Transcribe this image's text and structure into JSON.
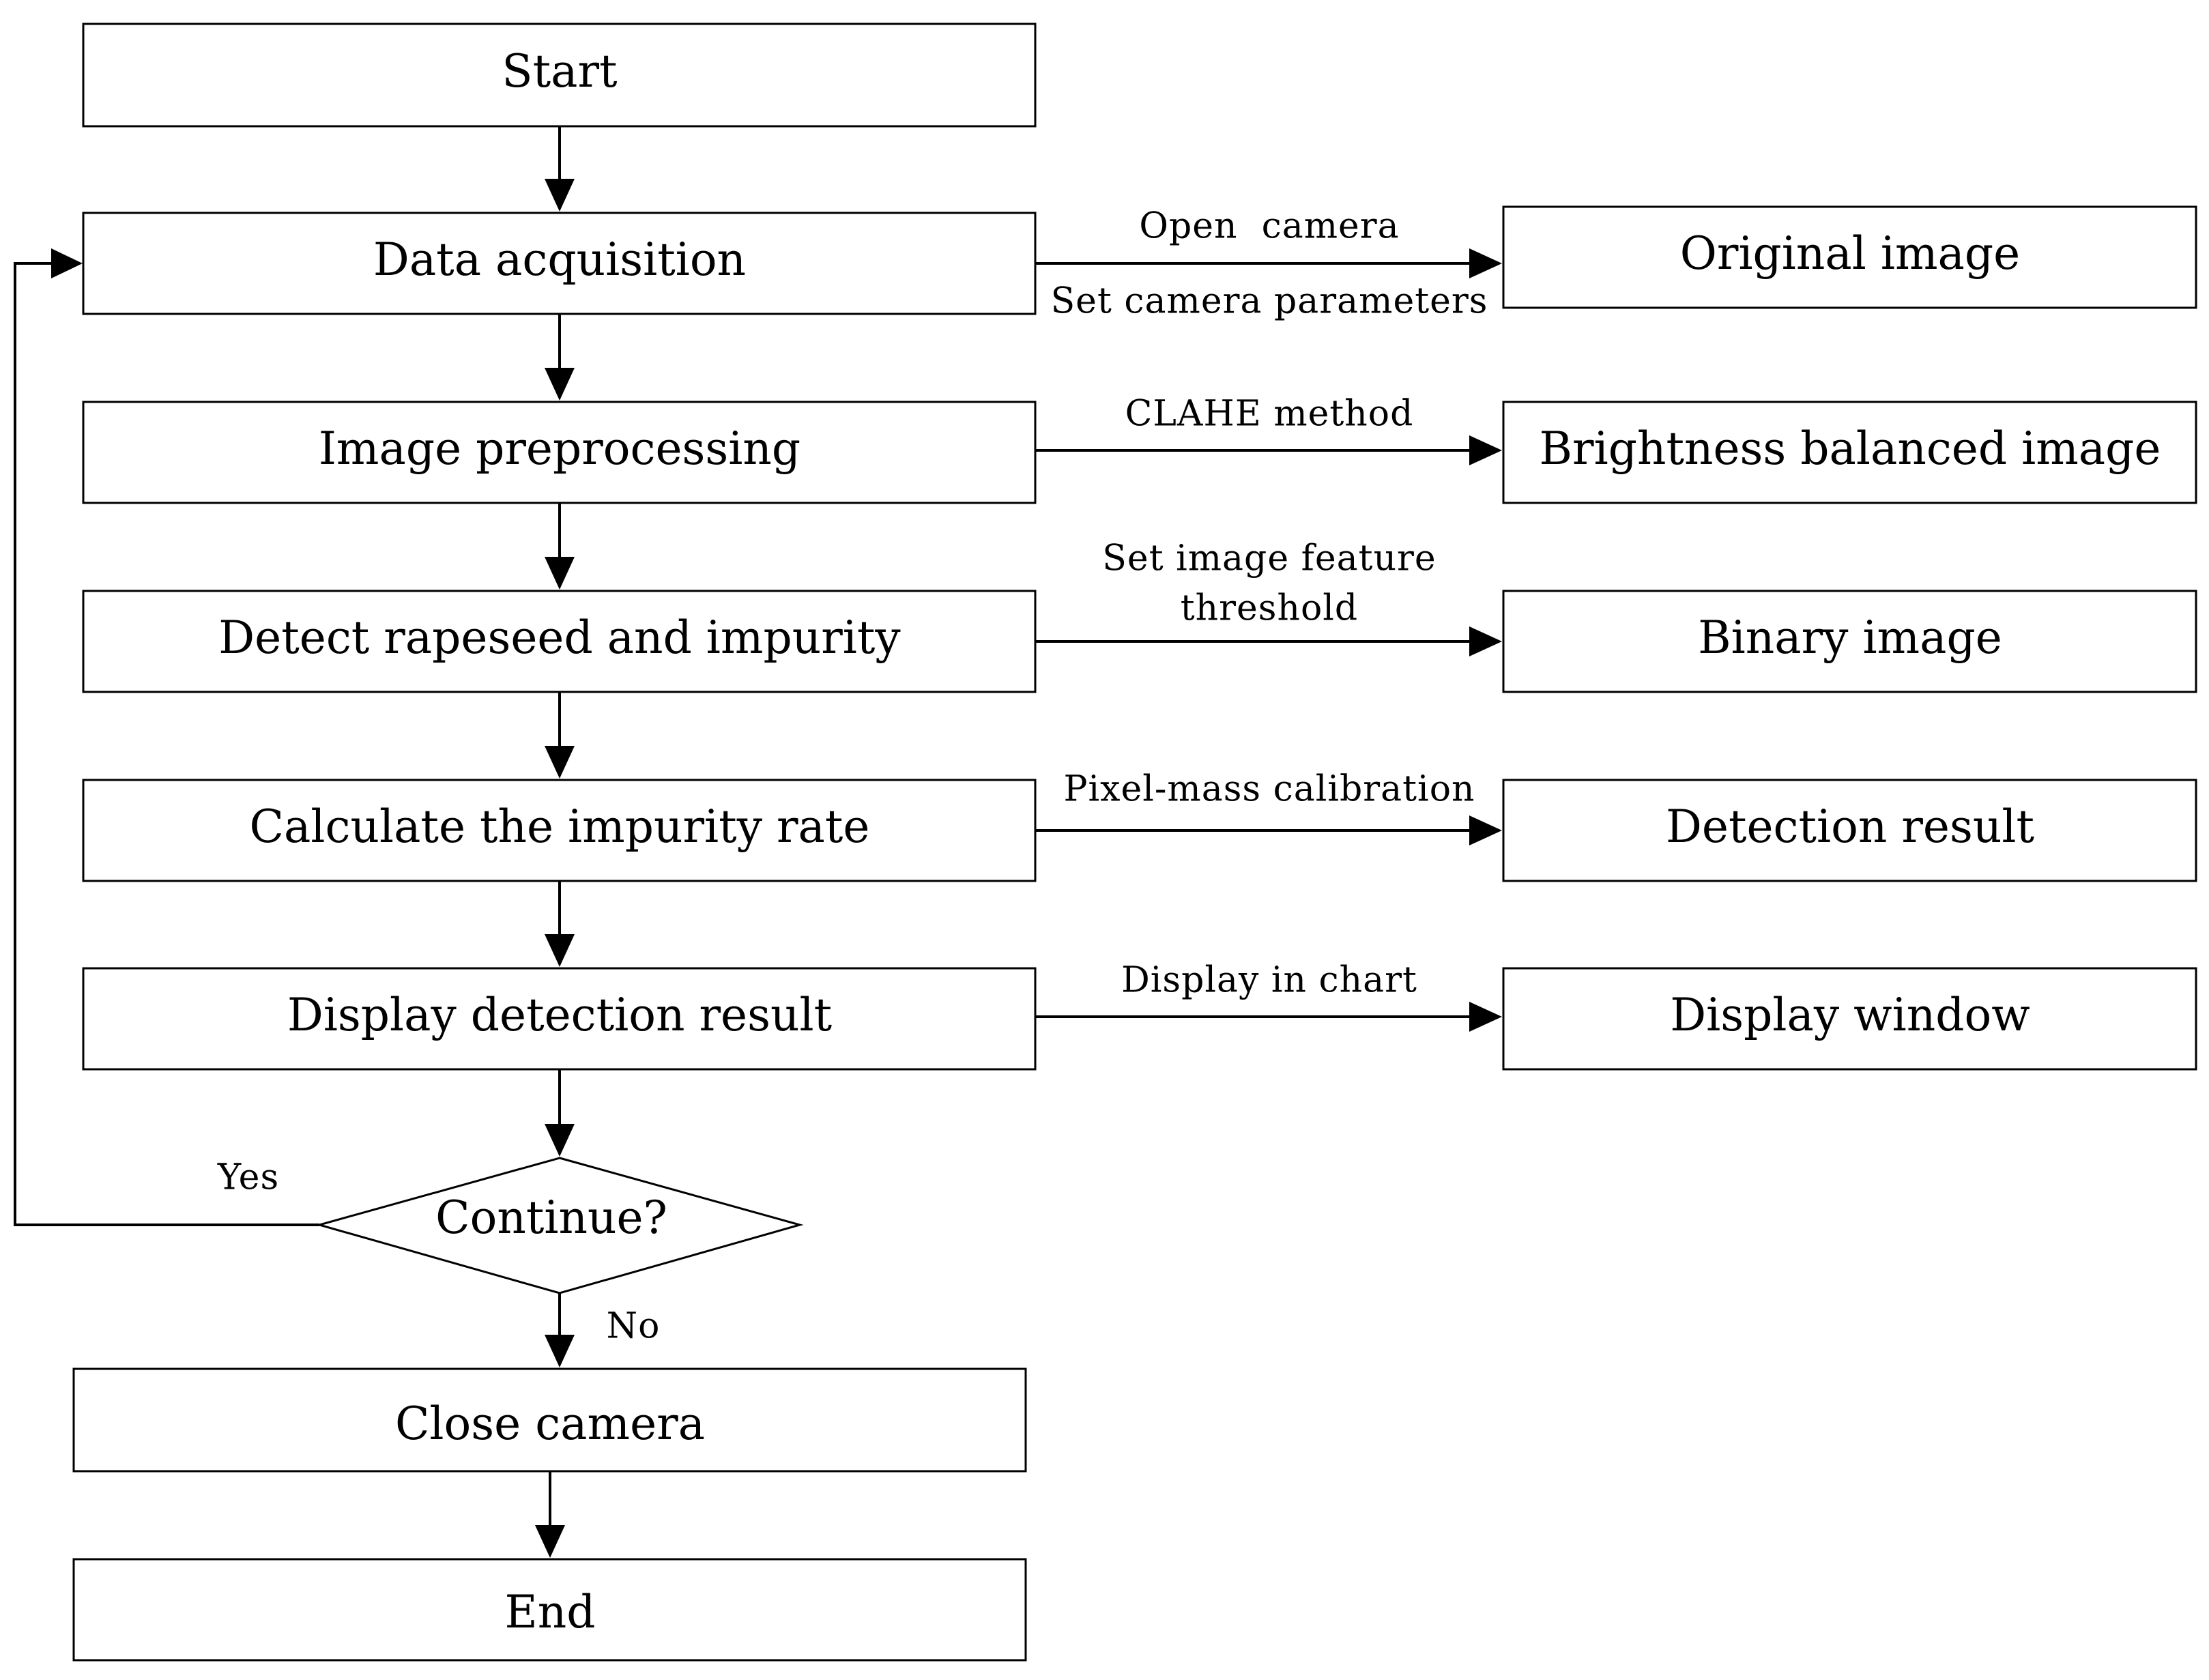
{
  "nodes": {
    "start": "Start",
    "data_acquisition": "Data acquisition",
    "image_preprocessing": "Image preprocessing",
    "detect": "Detect rapeseed and impurity",
    "calculate": "Calculate the impurity rate",
    "display": "Display detection result",
    "decision": "Continue?",
    "close_camera": "Close camera",
    "end": "End"
  },
  "outputs": {
    "original_image": "Original image",
    "brightness_balanced": "Brightness balanced image",
    "binary_image": "Binary image",
    "detection_result": "Detection result",
    "display_window": "Display window"
  },
  "edge_labels": {
    "open_camera": "Open  camera",
    "set_camera_parameters": "Set camera parameters",
    "clahe_method": "CLAHE method",
    "set_image_feature": "Set image feature",
    "threshold": "threshold",
    "pixel_mass": "Pixel-mass calibration",
    "display_in_chart": "Display in chart",
    "yes": "Yes",
    "no": "No"
  }
}
